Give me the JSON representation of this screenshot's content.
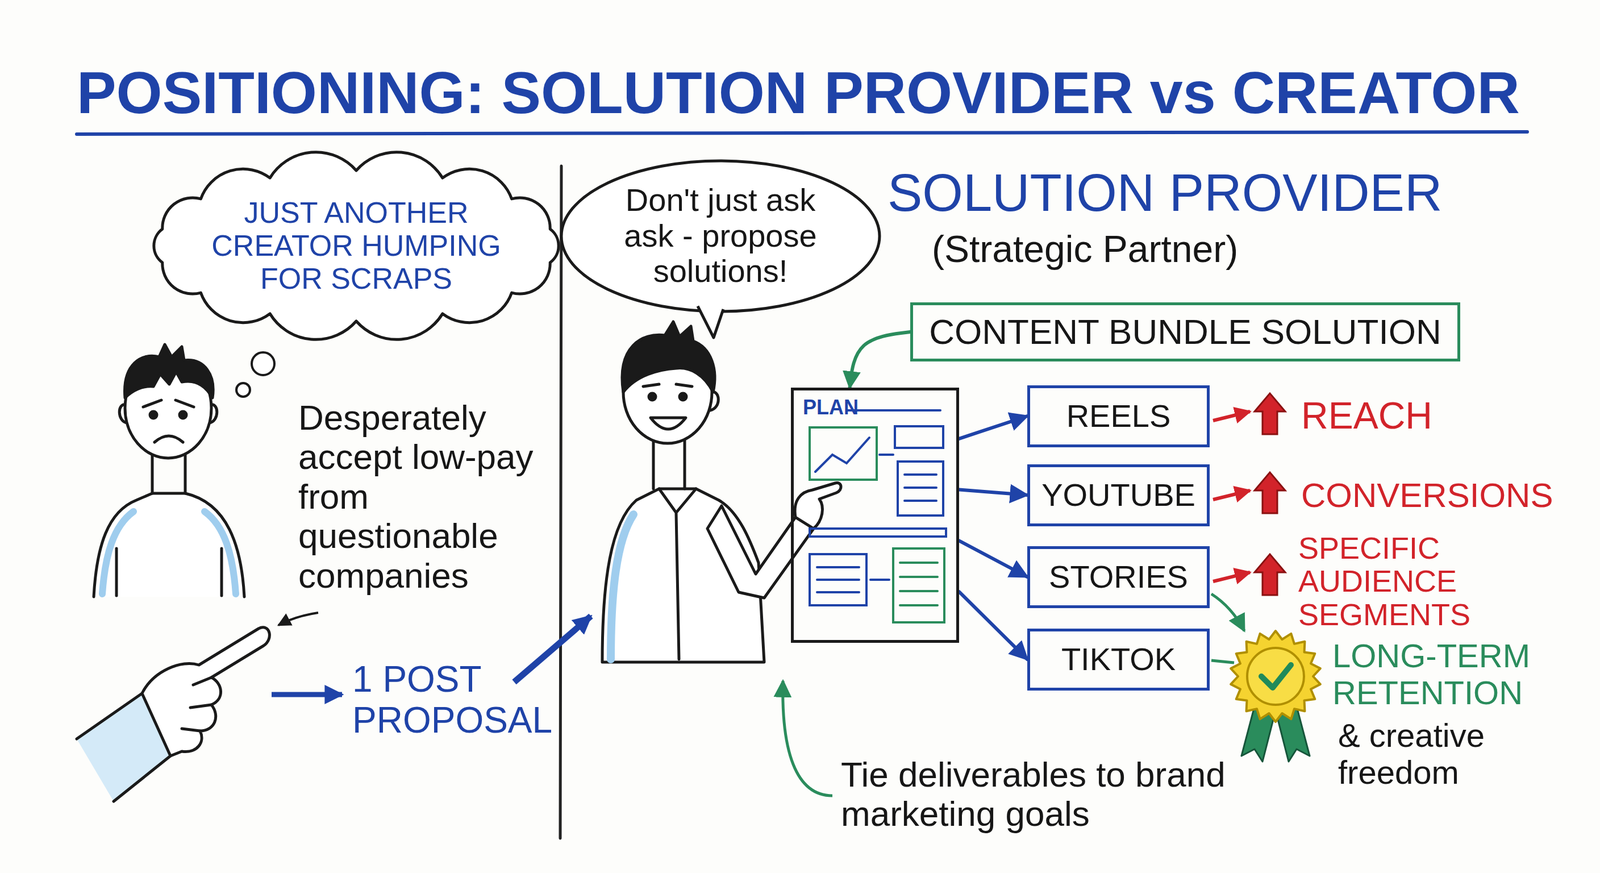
{
  "diagram": {
    "title": "POSITIONING: SOLUTION PROVIDER vs CREATOR",
    "nodes": [
      {
        "text": [
          "JUST ANOTHER CREATOR HUMPING FOR SCRAPS"
        ]
      },
      {
        "text": [
          "Don't just ask ask - propose solutions!"
        ]
      },
      {
        "text": [
          "CONTENT BUNDLE SOLUTION"
        ]
      },
      {
        "text": [
          "PLAN"
        ]
      },
      {
        "text": [
          "REELS"
        ]
      },
      {
        "text": [
          "YOUTUBE"
        ]
      },
      {
        "text": [
          "STORIES"
        ]
      },
      {
        "text": [
          "TIKTOK"
        ]
      }
    ],
    "edges": [
      {
        "from": 2,
        "to": 3,
        "arrow": "to"
      },
      {
        "from": 3,
        "to": 4,
        "arrow": "to"
      },
      {
        "from": 3,
        "to": 5,
        "arrow": "to"
      },
      {
        "from": 3,
        "to": 6,
        "arrow": "to"
      },
      {
        "from": 3,
        "to": 7,
        "arrow": "to"
      }
    ],
    "labels": [
      "SOLUTION PROVIDER",
      "(Strategic Partner)",
      "Desperately accept low-pay from questionable companies",
      "1 POST PROPOSAL",
      "REACH",
      "CONVERSIONS",
      "SPECIFIC AUDIENCE SEGMENTS",
      "LONG-TERM RETENTION",
      "& creative freedom",
      "Tie deliverables to brand marketing goals"
    ]
  }
}
